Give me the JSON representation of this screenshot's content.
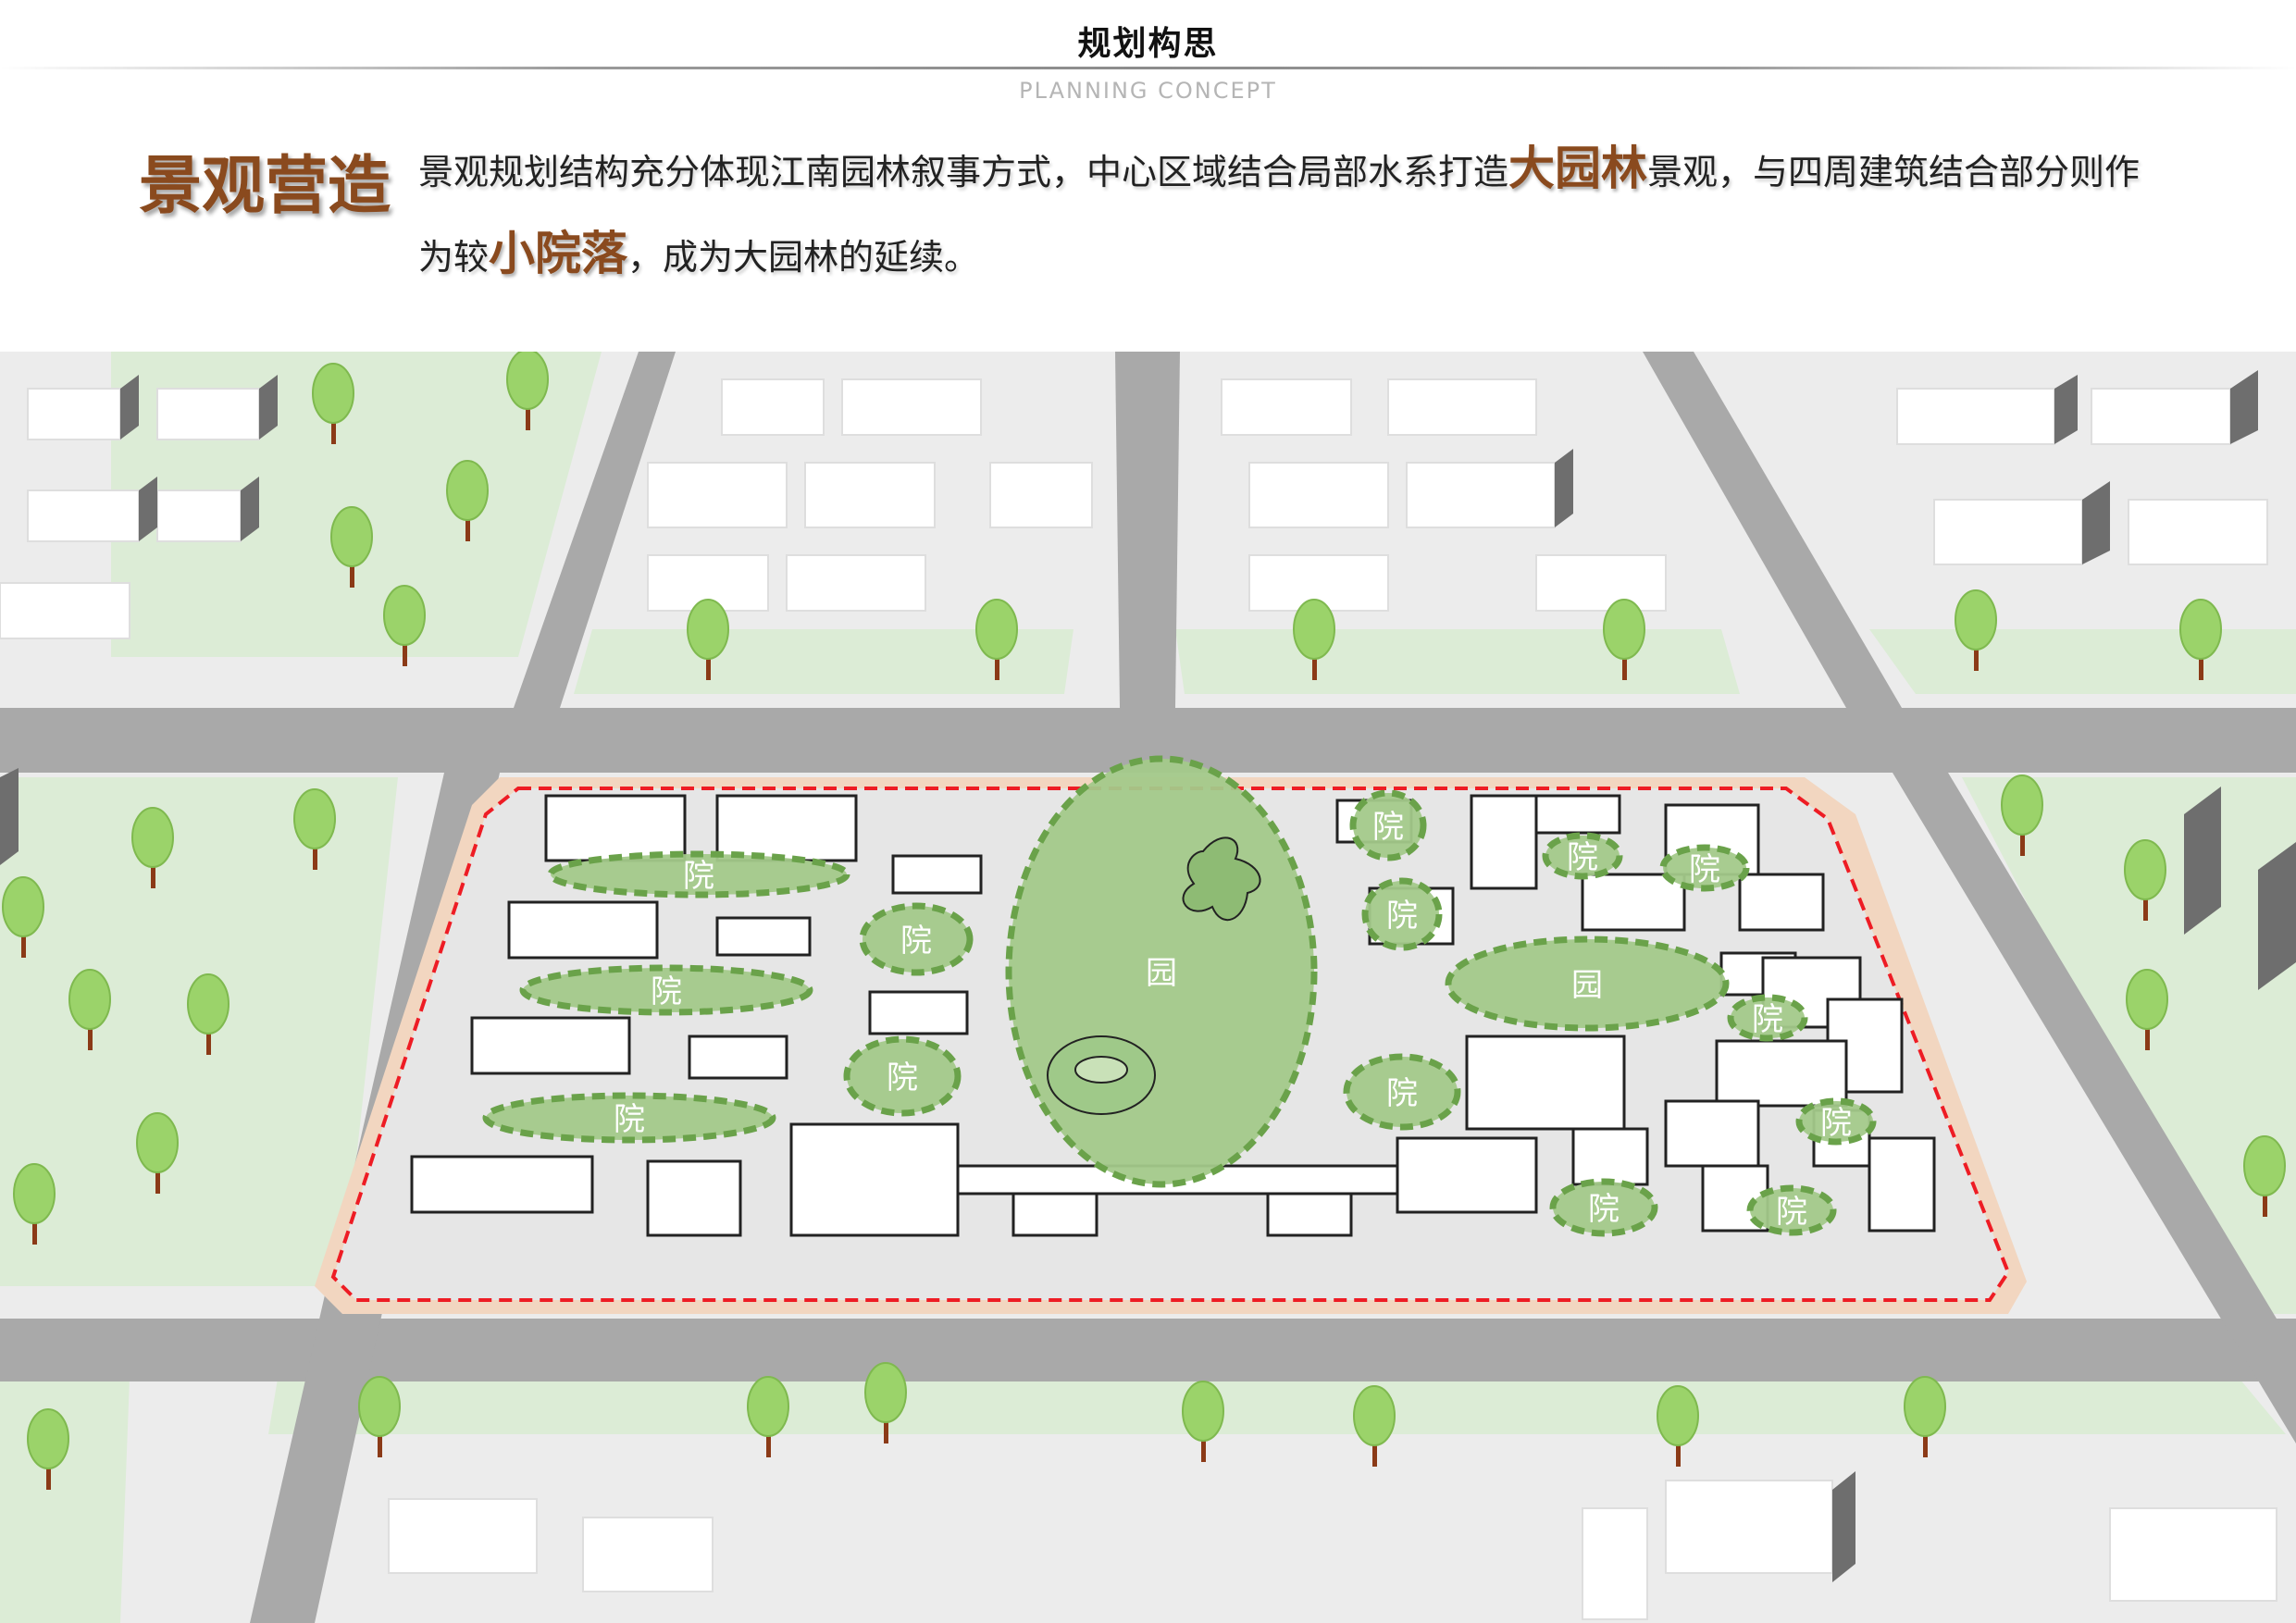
{
  "header": {
    "title": "规划构思",
    "subtitle": "PLANNING CONCEPT"
  },
  "section": {
    "title": "景观营造",
    "text_part1": "景观规划结构充分体现江南园林叙事方式，中心区域结合局部水系打造",
    "highlight1": "大园林",
    "text_part2": "景观，与四周建筑结合部分则作为较",
    "highlight2": "小院落",
    "text_part3": "，成为大园林的延续。"
  },
  "map": {
    "labels": {
      "courtyard": "院",
      "garden": "园"
    },
    "colors": {
      "road": "#a9a9a9",
      "road_edge": "#ececec",
      "green_block": "#dcecd6",
      "site_ground": "#e6e6e6",
      "site_border": "#ee1c24",
      "sidewalk": "#f2d6c0",
      "zone_fill": "#a3c98a",
      "zone_stroke": "#6aa24a",
      "tree_crown": "#9bd36a",
      "tree_trunk": "#8b3a17",
      "building_top": "#ffffff",
      "building_side": "#6e6e6e"
    }
  }
}
